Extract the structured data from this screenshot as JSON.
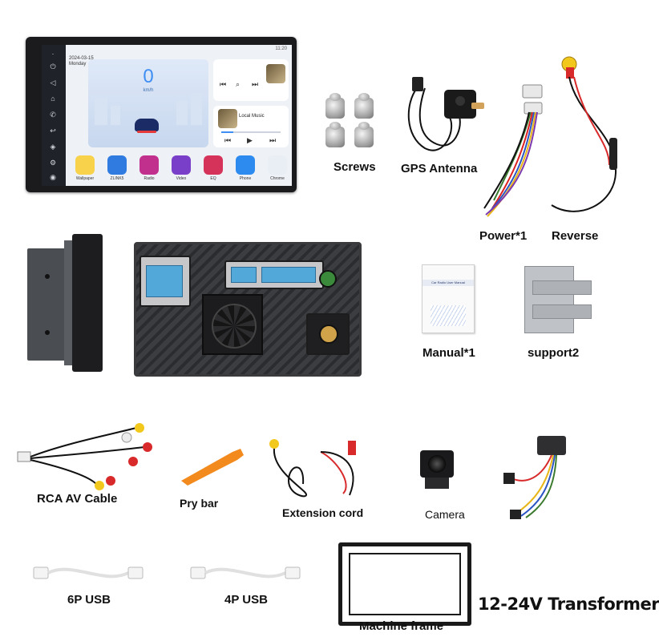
{
  "head_unit": {
    "time": "11:20",
    "date": "2024-03-15",
    "weekday": "Monday",
    "speed_value": "0",
    "speed_unit": "km/h",
    "music_title": "Local Music",
    "apps": [
      {
        "label": "Wallpaper",
        "color": "#f7d24a"
      },
      {
        "label": "ZLINK5",
        "color": "#2f7be0"
      },
      {
        "label": "Radio",
        "color": "#c2308e"
      },
      {
        "label": "Video",
        "color": "#7a3fc9"
      },
      {
        "label": "EQ",
        "color": "#d6335a"
      },
      {
        "label": "Phone",
        "color": "#2d8bf0"
      },
      {
        "label": "Chrome",
        "color": "#e9eef5"
      }
    ]
  },
  "manual_cover": "Car Radio User Manual",
  "labels": {
    "screws": "Screws",
    "gps_antenna": "GPS Antenna",
    "power": "Power*1",
    "reverse": "Reverse",
    "manual": "Manual*1",
    "support": "support2",
    "rca_av_cable": "RCA AV Cable",
    "pry_bar": "Pry bar",
    "extension_cord": "Extension cord",
    "camera": "Camera",
    "usb_6p": "6P USB",
    "usb_4p": "4P USB",
    "machine_frame": "Machine frame",
    "transformer": "12-24V Transformer"
  },
  "colors": {
    "speed_blue": "#3f8ef3",
    "pry_orange": "#f28a1e",
    "connector_blue": "#52a8d9",
    "rca_yellow": "#f2c81d",
    "rca_red": "#d82a2a"
  }
}
